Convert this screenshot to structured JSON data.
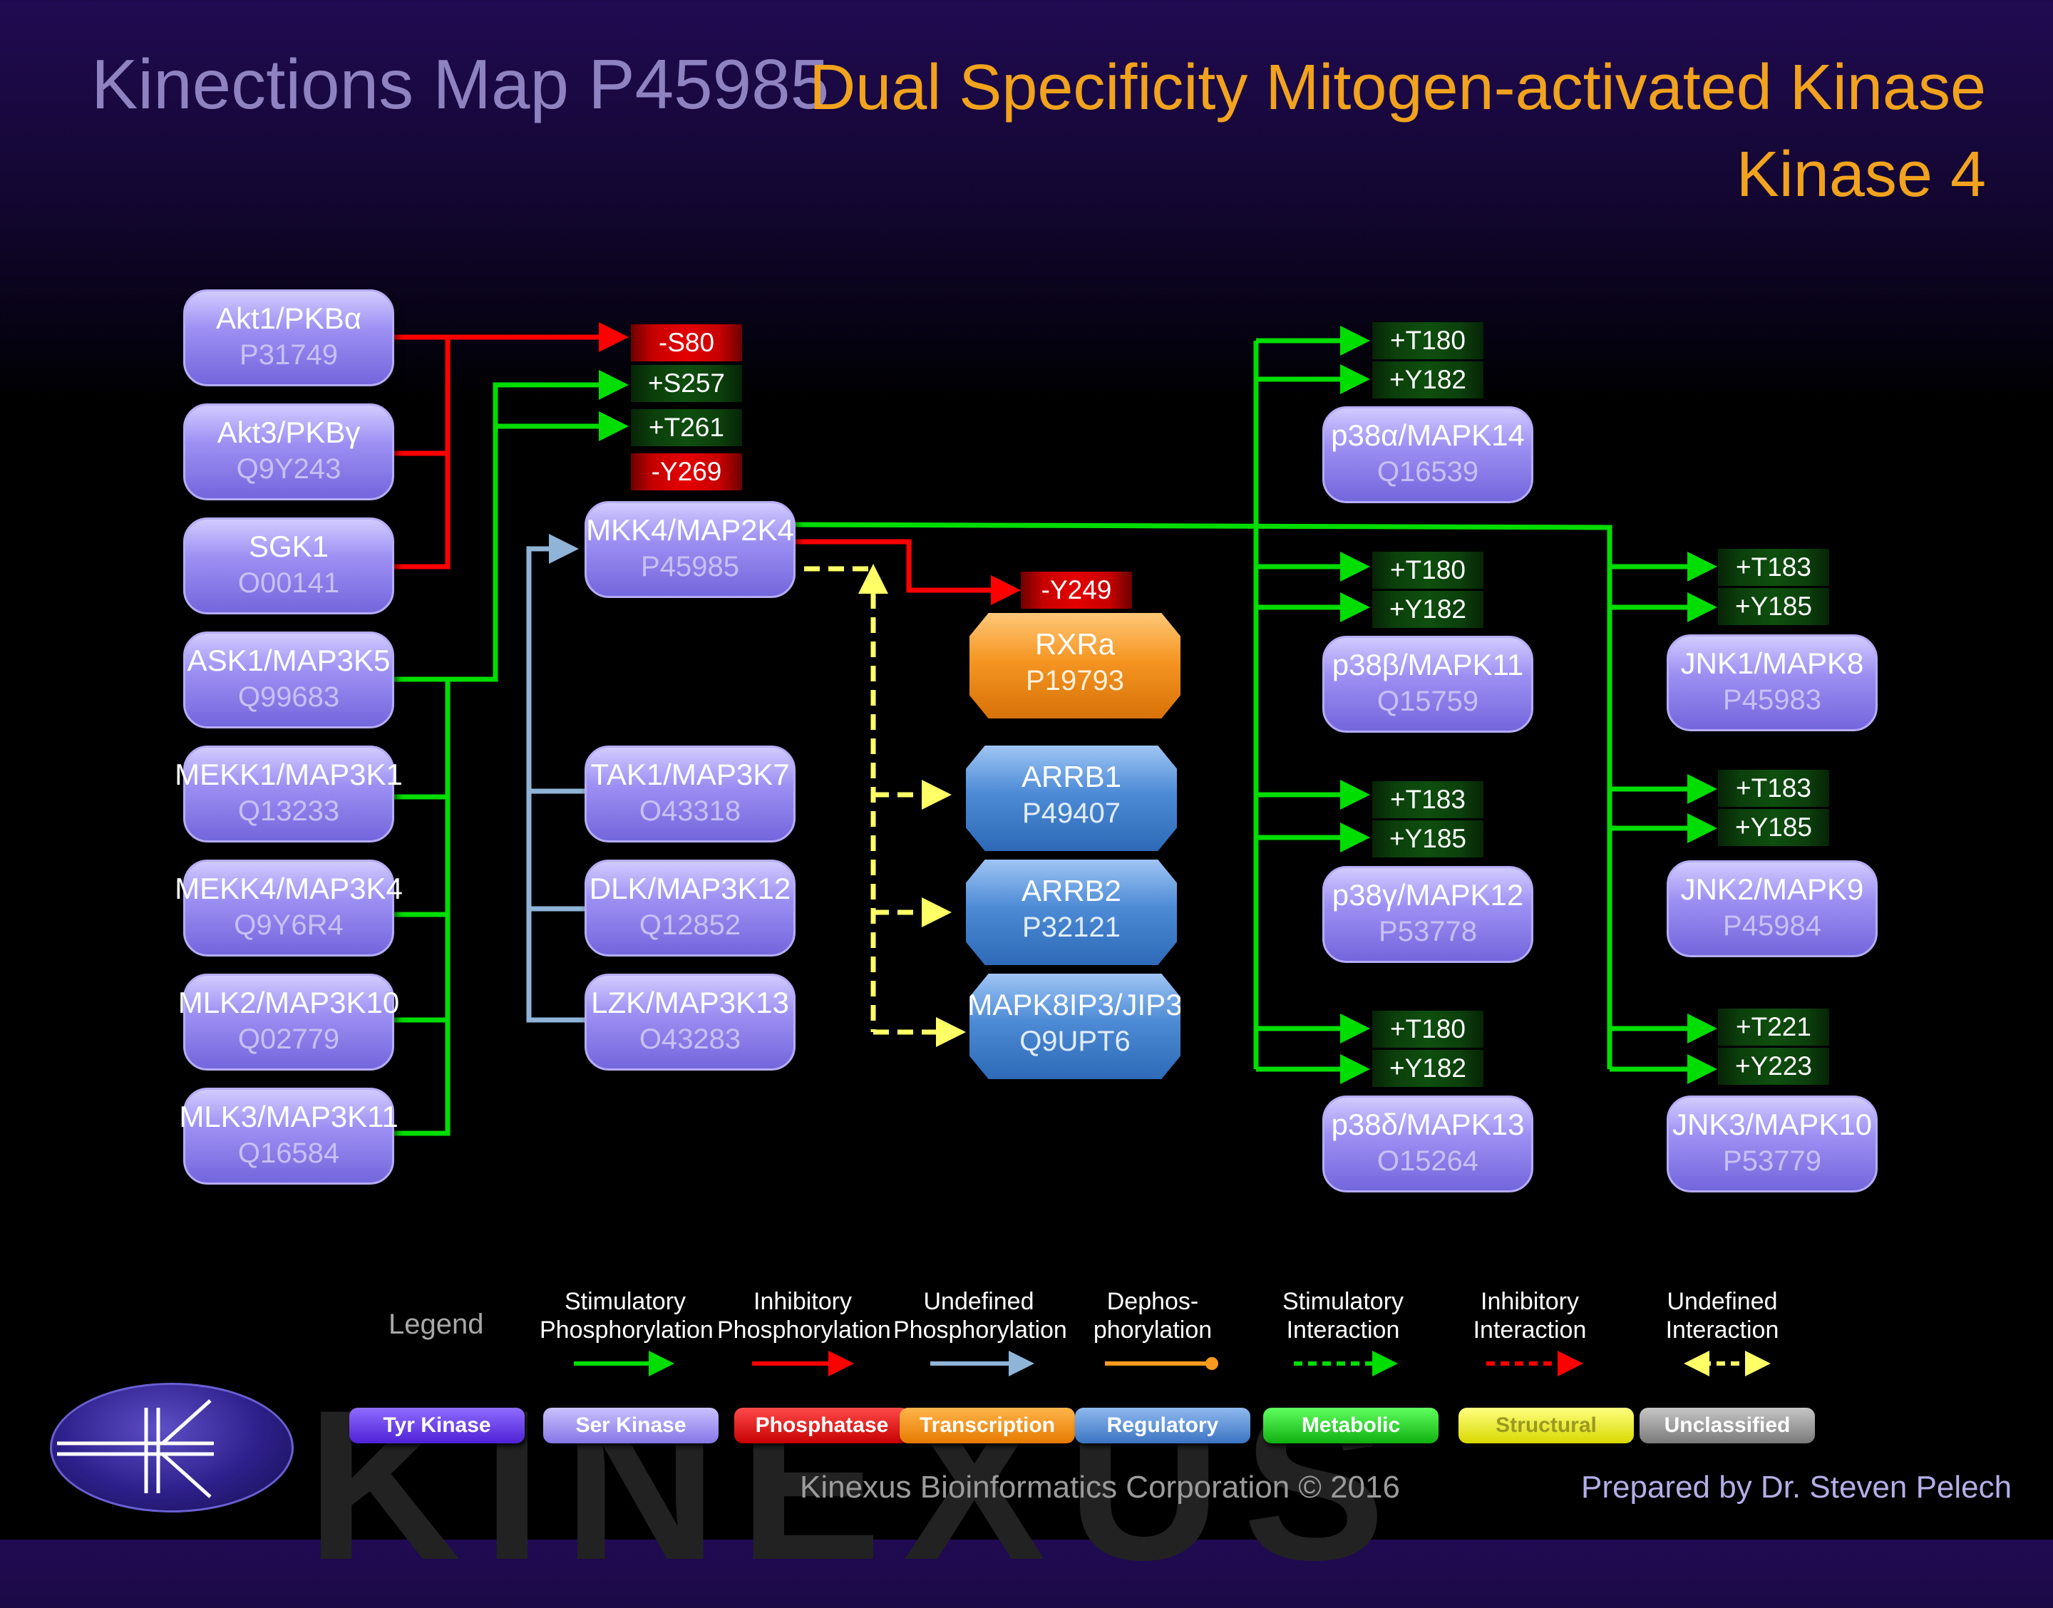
{
  "title": "Kinections Map P45985",
  "protein_name": "Dual Specificity Mitogen-activated Kinase Kinase 4",
  "colors": {
    "stimulatory": "#00dd00",
    "inhibitory": "#ff0000",
    "undefined": "#8fb4d8",
    "dephosphorylation": "#ff9a1f",
    "undefined_interaction": "#ffff66"
  },
  "nodes": {
    "akt1": {
      "name": "Akt1/PKBα",
      "acc": "P31749"
    },
    "akt3": {
      "name": "Akt3/PKBγ",
      "acc": "Q9Y243"
    },
    "sgk1": {
      "name": "SGK1",
      "acc": "O00141"
    },
    "ask1": {
      "name": "ASK1/MAP3K5",
      "acc": "Q99683"
    },
    "mekk1": {
      "name": "MEKK1/MAP3K1",
      "acc": "Q13233"
    },
    "mekk4": {
      "name": "MEKK4/MAP3K4",
      "acc": "Q9Y6R4"
    },
    "mlk2": {
      "name": "MLK2/MAP3K10",
      "acc": "Q02779"
    },
    "mlk3": {
      "name": "MLK3/MAP3K11",
      "acc": "Q16584"
    },
    "mkk4": {
      "name": "MKK4/MAP2K4",
      "acc": "P45985"
    },
    "tak1": {
      "name": "TAK1/MAP3K7",
      "acc": "O43318"
    },
    "dlk": {
      "name": "DLK/MAP3K12",
      "acc": "Q12852"
    },
    "lzk": {
      "name": "LZK/MAP3K13",
      "acc": "O43283"
    },
    "rxra": {
      "name": "RXRa",
      "acc": "P19793"
    },
    "arrb1": {
      "name": "ARRB1",
      "acc": "P49407"
    },
    "arrb2": {
      "name": "ARRB2",
      "acc": "P32121"
    },
    "jip3": {
      "name": "MAPK8IP3/JIP3",
      "acc": "Q9UPT6"
    },
    "p38a": {
      "name": "p38α/MAPK14",
      "acc": "Q16539"
    },
    "p38b": {
      "name": "p38β/MAPK11",
      "acc": "Q15759"
    },
    "p38g": {
      "name": "p38γ/MAPK12",
      "acc": "P53778"
    },
    "p38d": {
      "name": "p38δ/MAPK13",
      "acc": "O15264"
    },
    "jnk1": {
      "name": "JNK1/MAPK8",
      "acc": "P45983"
    },
    "jnk2": {
      "name": "JNK2/MAPK9",
      "acc": "P45984"
    },
    "jnk3": {
      "name": "JNK3/MAPK10",
      "acc": "P53779"
    }
  },
  "sites": {
    "mkk4_s80": "-S80",
    "mkk4_s257": "+S257",
    "mkk4_t261": "+T261",
    "mkk4_y269": "-Y269",
    "rxra_y249": "-Y249",
    "p38a_t": "+T180",
    "p38a_y": "+Y182",
    "p38b_t": "+T180",
    "p38b_y": "+Y182",
    "p38g_t": "+T183",
    "p38g_y": "+Y185",
    "p38d_t": "+T180",
    "p38d_y": "+Y182",
    "jnk1_t": "+T183",
    "jnk1_y": "+Y185",
    "jnk2_t": "+T183",
    "jnk2_y": "+Y185",
    "jnk3_t": "+T221",
    "jnk3_y": "+Y223"
  },
  "legend": {
    "title": "Legend",
    "stim_phos_1": "Stimulatory",
    "stim_phos_2": "Phosphorylation",
    "inh_phos_1": "Inhibitory",
    "inh_phos_2": "Phosphorylation",
    "und_phos_1": "Undefined",
    "und_phos_2": "Phosphorylation",
    "dephos_1": "Dephos-",
    "dephos_2": "phorylation",
    "stim_int_1": "Stimulatory",
    "stim_int_2": "Interaction",
    "inh_int_1": "Inhibitory",
    "inh_int_2": "Interaction",
    "und_int_1": "Undefined",
    "und_int_2": "Interaction",
    "types": [
      "Tyr Kinase",
      "Ser Kinase",
      "Phosphatase",
      "Transcription",
      "Regulatory",
      "Metabolic",
      "Structural",
      "Unclassified"
    ]
  },
  "footer": {
    "watermark": "KINEXUS",
    "company": "Kinexus Bioinformatics Corporation © 2016",
    "author": "Prepared by Dr. Steven Pelech"
  }
}
